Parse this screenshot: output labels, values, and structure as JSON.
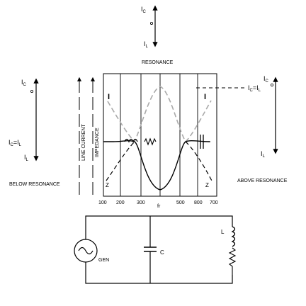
{
  "vectors": {
    "resonance": {
      "title": "RESONANCE",
      "ic": "I",
      "ic_sub": "C",
      "il": "I",
      "il_sub": "L"
    },
    "below": {
      "caption": "BELOW RESONANCE",
      "ic": "I",
      "ic_sub": "C",
      "eq_lhs": "I",
      "eq_lhs_sub": "C",
      "eq_sign": "=",
      "eq_rhs": "I",
      "eq_rhs_sub": "L",
      "il": "I",
      "il_sub": "L"
    },
    "above": {
      "caption": "ABOVE RESONANCE",
      "ic": "I",
      "ic_sub": "C",
      "eq_lhs": "I",
      "eq_lhs_sub": "C",
      "eq_sign": "=",
      "eq_rhs": "I",
      "eq_rhs_sub": "L",
      "il": "I",
      "il_sub": "L"
    }
  },
  "graph": {
    "side_labels": {
      "line_current": "LINE CURRENT",
      "impedance": "IMPEDANCE"
    },
    "curve_labels": {
      "current_left": "I",
      "current_right": "I",
      "impedance_left": "Z",
      "impedance_right": "Z"
    },
    "x_ticks": [
      "100",
      "200",
      "300",
      "fr",
      "500",
      "800",
      "700"
    ]
  },
  "circuit": {
    "generator": "GEN",
    "capacitor": "C",
    "inductor": "L"
  }
}
